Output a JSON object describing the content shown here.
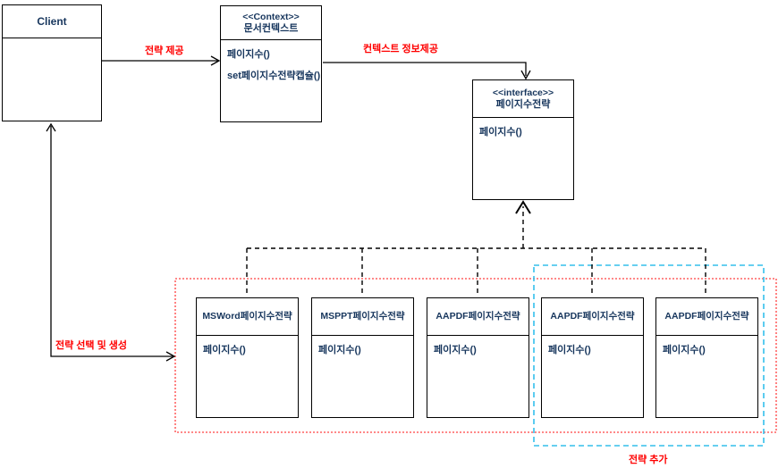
{
  "diagram": {
    "client": {
      "title": "Client"
    },
    "context": {
      "stereotype": "<<Context>>",
      "name": "문서컨텍스트",
      "methods": [
        "페이지수()",
        "set페이지수전략캡슐()"
      ]
    },
    "interface": {
      "stereotype": "<<interface>>",
      "name": "페이지수전략",
      "methods": [
        "페이지수()"
      ]
    },
    "strategies": [
      {
        "name": "MSWord페이지수전략",
        "methods": [
          "페이지수()"
        ]
      },
      {
        "name": "MSPPT페이지수전략",
        "methods": [
          "페이지수()"
        ]
      },
      {
        "name": "AAPDF페이지수전략",
        "methods": [
          "페이지수()"
        ]
      },
      {
        "name": "AAPDF페이지수전략",
        "methods": [
          "페이지수()"
        ]
      },
      {
        "name": "AAPDF페이지수전략",
        "methods": [
          "페이지수()"
        ]
      }
    ],
    "labels": {
      "provide_strategy": "전략 제공",
      "context_info": "컨텍스트 정보제공",
      "select_create": "전략 선택 및 생성",
      "add_strategy": "전략 추가"
    },
    "colors": {
      "text_navy": "#17365d",
      "label_red": "#ff0000",
      "line_black": "#000000",
      "group_red_border": "#ff4040",
      "group_cyan_border": "#33bfec"
    }
  }
}
